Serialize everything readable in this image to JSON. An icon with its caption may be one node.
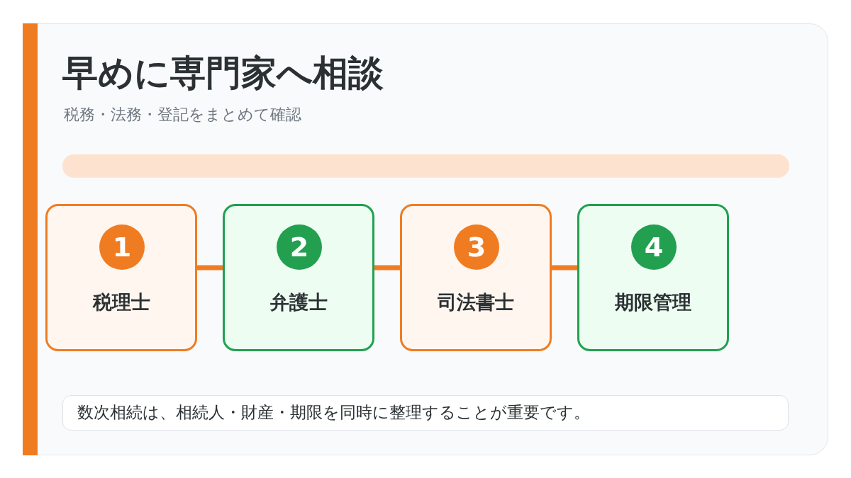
{
  "diagram": {
    "title": "早めに専門家へ相談",
    "nodes": [
      {
        "text": [],
        "shape": "bar"
      },
      {
        "text": [
          "1",
          "税理士"
        ]
      },
      {
        "text": [
          "2",
          "弁護士"
        ]
      },
      {
        "text": [
          "3",
          "司法書士"
        ]
      },
      {
        "text": [
          "4",
          "期限管理"
        ]
      },
      {
        "text": [
          "数次相続は、相続人・財産・期限を同時に整理することが重要です。"
        ]
      }
    ],
    "edges": [
      {
        "from": 1,
        "to": 2,
        "arrow": "none"
      },
      {
        "from": 2,
        "to": 3,
        "arrow": "none"
      },
      {
        "from": 3,
        "to": 4,
        "arrow": "none"
      }
    ],
    "labels": [
      "税務・法務・登記をまとめて確認"
    ]
  }
}
